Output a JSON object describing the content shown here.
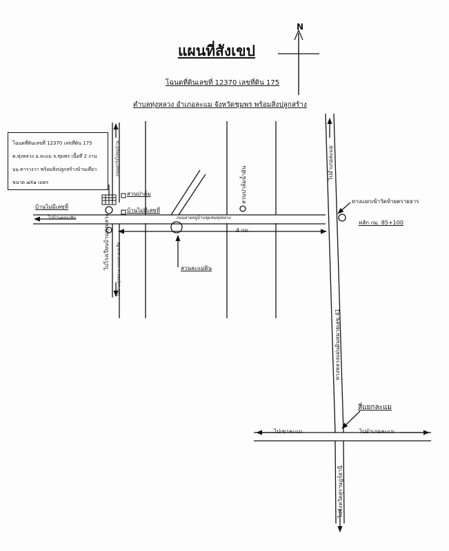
{
  "title": "แผนที่สังเขป",
  "subtitle": "โฉนดที่ดินเลขที่ 12370 เลขที่ดิน 175",
  "location_line": "ตำบลทุ่งหลวง อำเภอละแม จังหวัดชุมพร พร้อมสิ่งปลูกสร้าง",
  "north_label": "N",
  "info_box": {
    "line1": "โฉนดที่ดินเลขที่ 12370 เลขที่ดิน 175",
    "line2": "ต.ทุ่งหลวง อ.ละแม จ.ชุมพร เนื้อที่ 2 งาน",
    "line3": "๖๖ ตารางวา พร้อมสิ่งปลูกสร้างบ้านเดี่ยว",
    "line4": "ขนาด ๗X๑ เมตร"
  },
  "labels": {
    "house_no": "บ้านไม่มีเลขที่",
    "to_khlong": "ไปบ้านคลองหิน",
    "farm": "สวนปาล์ม",
    "house_no2": "บ้านไม่มีเลขที่",
    "village_road": "ถนนสายหมู่บ้านชุมชนทุ่งหลวง",
    "school_road": "ไปโรงเรียนบ้านทุ่งหลวง",
    "side_road_vertical": "ถนนลูกรังไปหมู่บ้าน",
    "palm_grove": "สวนปาล์มน้ำมัน",
    "distance": "4 กม.",
    "park": "สวนละแม่ดิน",
    "junction_label": "ทางแยกเข้าวัดท้ายตรายธาร",
    "km_marker": "หลัก กม. 85+100",
    "to_lamae_top": "ไปอำเภอละแม",
    "highway": "ทางหลวงแผ่นดินหมายเลข 41",
    "lamae_junction": "สี่แยกละแม",
    "to_khao_lamae": "ไปเขาละแม",
    "to_lamae_district": "ไปอำเภอละแม",
    "to_surat": "ไปจังหวัดสุราษฎร์ธานี",
    "bottom_left_road": "ไปบ้านทุ่งหลวง ถนนสายเอเชีย"
  }
}
